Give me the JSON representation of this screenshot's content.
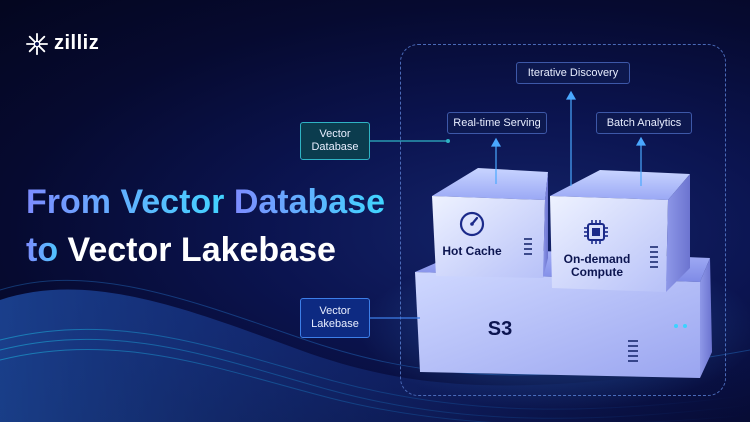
{
  "brand": {
    "name": "zilliz"
  },
  "headline": {
    "line1_part1": "From Vector ",
    "line1_part2": "Database",
    "line2_part1": "to ",
    "line2_part2": "Vector Lakebase"
  },
  "labels": {
    "iterative_discovery": "Iterative Discovery",
    "realtime_serving": "Real-time Serving",
    "batch_analytics": "Batch Analytics",
    "vector_database": "Vector\nDatabase",
    "vector_lakebase": "Vector\nLakebase"
  },
  "boxes": {
    "hot_cache": "Hot Cache",
    "on_demand_compute_1": "On-demand",
    "on_demand_compute_2": "Compute",
    "s3": "S3"
  },
  "icons": {
    "logo": "sparkle-icon",
    "hot_cache": "speedometer-icon",
    "compute": "chip-icon"
  }
}
